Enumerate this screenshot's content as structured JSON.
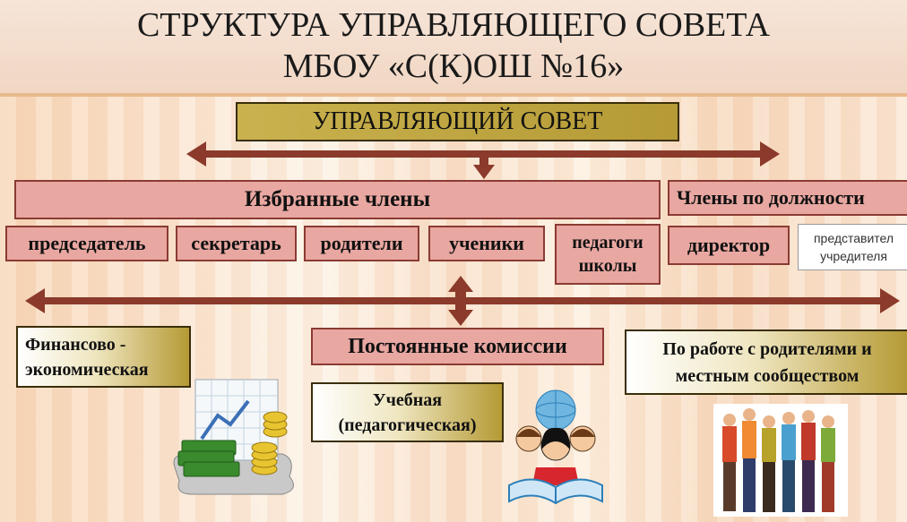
{
  "title": {
    "line1": "СТРУКТУРА УПРАВЛЯЮЩЕГО СОВЕТА",
    "line2": "МБОУ «С(К)ОШ №16»"
  },
  "council": "УПРАВЛЯЮЩИЙ СОВЕТ",
  "elected_header": "Избранные члены",
  "ex_officio_header": "Члены по должности",
  "members": {
    "chairman": "председатель",
    "secretary": "секретарь",
    "parents": "родители",
    "students": "ученики",
    "teachers_line1": "педагоги",
    "teachers_line2": "школы",
    "director": "директор",
    "founder_line1": "представител",
    "founder_line2": "учредителя"
  },
  "commissions": {
    "header": "Постоянные комиссии",
    "finance_line1": "Финансово -",
    "finance_line2": "экономическая",
    "education_line1": "Учебная",
    "education_line2": "(педагогическая)",
    "community_line1": "По работе с родителями и",
    "community_line2": "местным сообществом"
  },
  "colors": {
    "olive": "#c9b24f",
    "pink": "#e9a7a1",
    "arrow": "#8b3a2b"
  },
  "icons": [
    "money-chart-icon",
    "students-book-icon",
    "people-group-icon"
  ]
}
